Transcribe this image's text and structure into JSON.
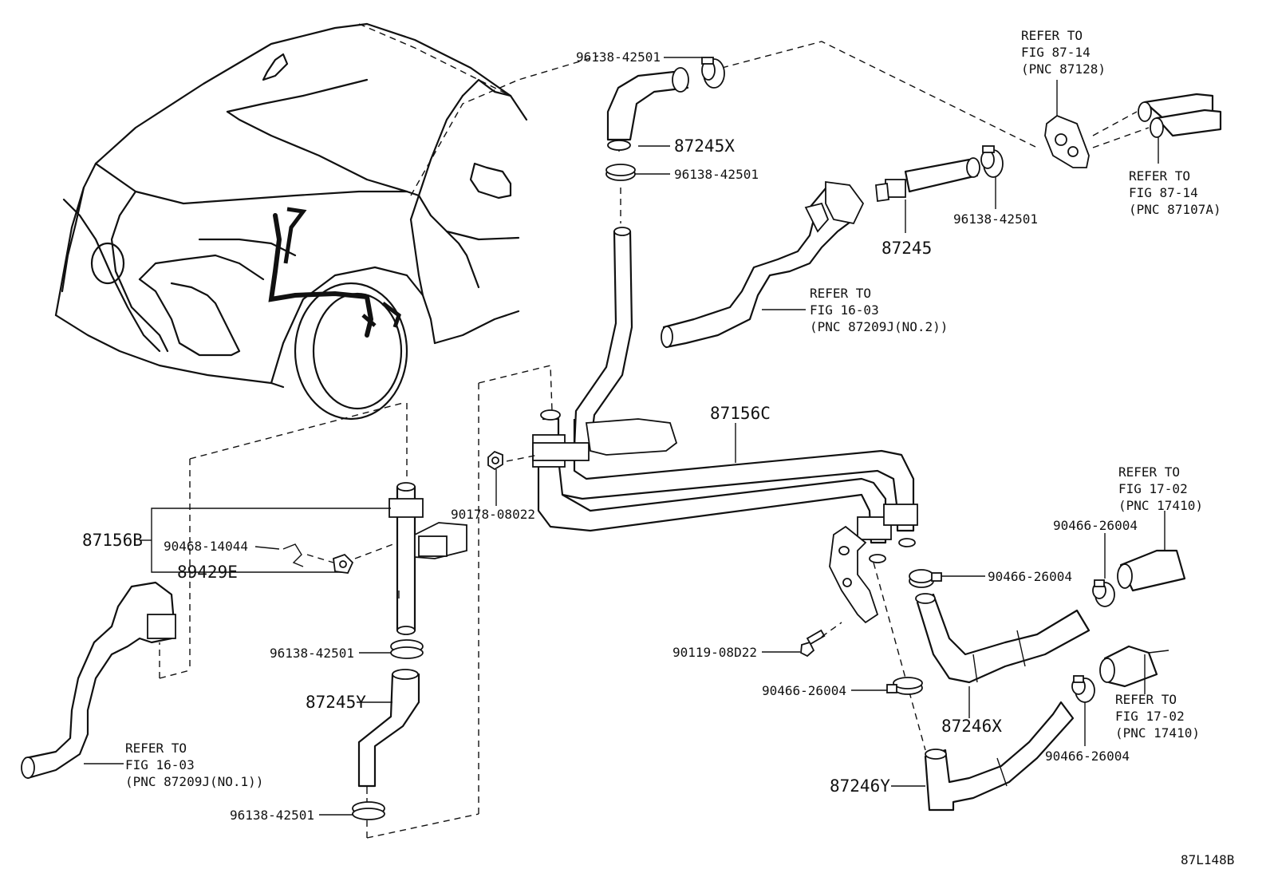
{
  "diagram_id": "87L148B",
  "labels": {
    "l_96138_top": "96138-42501",
    "l_87245X": "87245X",
    "l_96138_mid": "96138-42501",
    "l_96138_right": "96138-42501",
    "l_87245": "87245",
    "l_87156C": "87156C",
    "l_90178": "90178-08022",
    "l_87156B": "87156B",
    "l_90468": "90468-14044",
    "l_89429E": "89429E",
    "l_96138_lower": "96138-42501",
    "l_87245Y": "87245Y",
    "l_96138_bottom": "96138-42501",
    "l_90466_a": "90466-26004",
    "l_90466_b": "90466-26004",
    "l_90119": "90119-08D22",
    "l_90466_c": "90466-26004",
    "l_87246X": "87246X",
    "l_87246Y": "87246Y",
    "l_90466_d": "90466-26004"
  },
  "refs": {
    "r1": [
      "REFER TO",
      "FIG 87-14",
      "(PNC 87128)"
    ],
    "r2": [
      "REFER TO",
      "FIG 87-14",
      "(PNC 87107A)"
    ],
    "r3": [
      "REFER TO",
      "FIG 16-03",
      "(PNC 87209J(NO.2))"
    ],
    "r4": [
      "REFER TO",
      "FIG 17-02",
      "(PNC 17410)"
    ],
    "r5": [
      "REFER TO",
      "FIG 17-02",
      "(PNC 17410)"
    ],
    "r6": [
      "REFER TO",
      "FIG 16-03",
      "(PNC 87209J(NO.1))"
    ]
  }
}
